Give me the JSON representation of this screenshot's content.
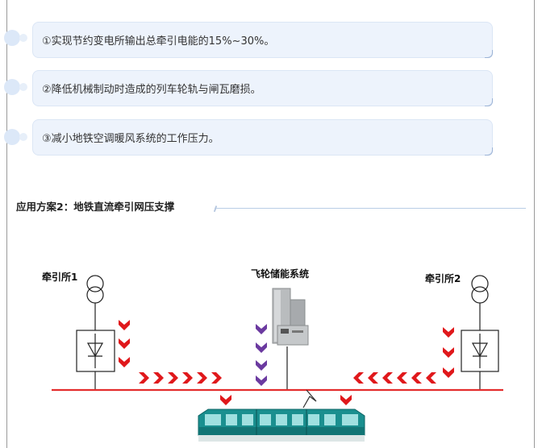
{
  "benefits": [
    {
      "text": "①实现节约变电所输出总牵引电能的15%~30%。"
    },
    {
      "text": "②降低机械制动时造成的列车轮轨与闸瓦磨损。"
    },
    {
      "text": "③减小地铁空调暖风系统的工作压力。"
    }
  ],
  "section": {
    "title": "应用方案2：地铁直流牵引网压支撑"
  },
  "diagram": {
    "substation_left": "牵引所1",
    "substation_right": "牵引所2",
    "flywheel_system": "飞轮储能系统"
  },
  "colors": {
    "rail": "#e32d2d",
    "arrow_red": "#e0181b",
    "arrow_purple": "#6b3aa0",
    "train": "#1a8f8f",
    "benefit_bg": "#edf3fc"
  },
  "icons": [
    "transformer-icon",
    "rectifier-icon",
    "flywheel-unit-icon",
    "train-icon"
  ]
}
